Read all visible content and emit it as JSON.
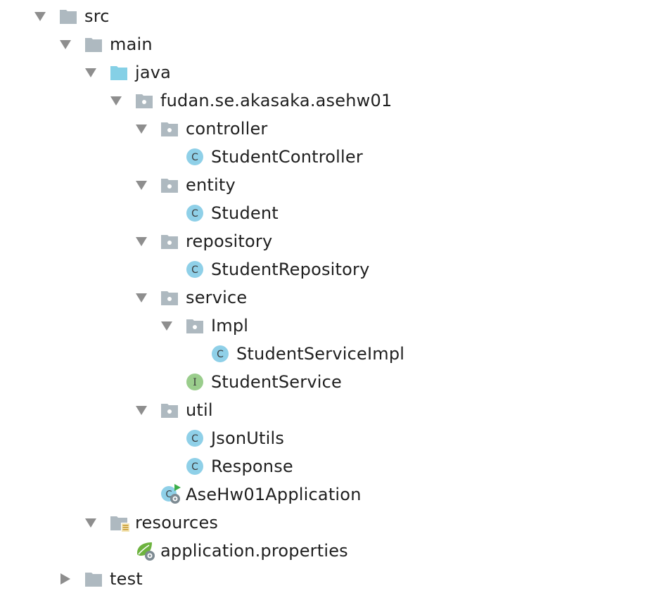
{
  "tree": {
    "nodes": [
      {
        "label": "src",
        "kind": "folder",
        "state": "expanded"
      },
      {
        "label": "main",
        "kind": "folder",
        "state": "expanded"
      },
      {
        "label": "java",
        "kind": "source-folder",
        "state": "expanded"
      },
      {
        "label": "fudan.se.akasaka.asehw01",
        "kind": "package",
        "state": "expanded"
      },
      {
        "label": "controller",
        "kind": "package",
        "state": "expanded"
      },
      {
        "label": "StudentController",
        "kind": "class"
      },
      {
        "label": "entity",
        "kind": "package",
        "state": "expanded"
      },
      {
        "label": "Student",
        "kind": "class"
      },
      {
        "label": "repository",
        "kind": "package",
        "state": "expanded"
      },
      {
        "label": "StudentRepository",
        "kind": "class"
      },
      {
        "label": "service",
        "kind": "package",
        "state": "expanded"
      },
      {
        "label": "Impl",
        "kind": "package",
        "state": "expanded"
      },
      {
        "label": "StudentServiceImpl",
        "kind": "class"
      },
      {
        "label": "StudentService",
        "kind": "interface"
      },
      {
        "label": "util",
        "kind": "package",
        "state": "expanded"
      },
      {
        "label": "JsonUtils",
        "kind": "class"
      },
      {
        "label": "Response",
        "kind": "class"
      },
      {
        "label": "AseHw01Application",
        "kind": "spring-boot-application"
      },
      {
        "label": "resources",
        "kind": "resources-folder",
        "state": "expanded"
      },
      {
        "label": "application.properties",
        "kind": "spring-properties-file"
      },
      {
        "label": "test",
        "kind": "folder",
        "state": "collapsed"
      }
    ],
    "glyphs": {
      "class": "C",
      "interface": "I"
    },
    "colors": {
      "folder_gray": "#aeb9c0",
      "source_folder_blue": "#85d0e6",
      "class_blue": "#8fd0e8",
      "interface_green": "#9acd8c",
      "arrow_gray": "#8e8e8e",
      "spring_green": "#6db33f",
      "run_green": "#3cae4a",
      "text": "#1f1f1f"
    }
  }
}
